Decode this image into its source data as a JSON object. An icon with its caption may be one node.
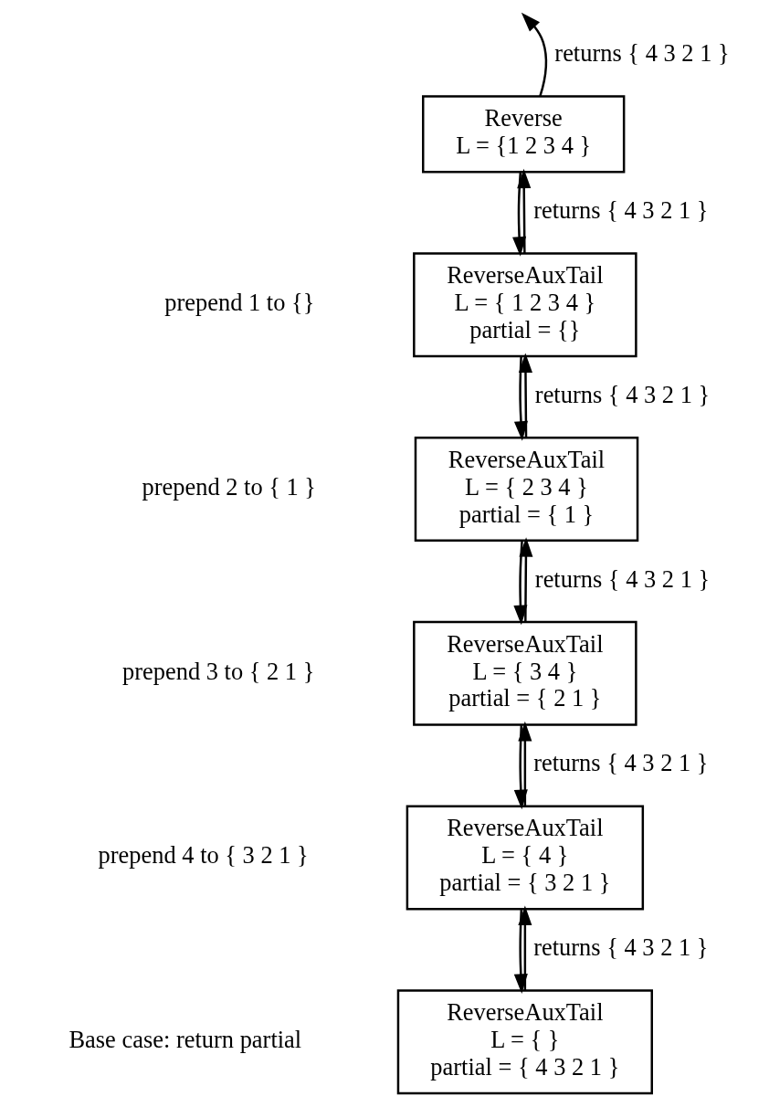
{
  "diagram": {
    "nodes": [
      {
        "text": [
          "Reverse",
          "L = {1 2 3 4 }"
        ]
      },
      {
        "text": [
          "ReverseAuxTail",
          "L = { 1 2 3 4 }",
          "partial = {}"
        ],
        "beside": [
          "prepend 1 to {}"
        ]
      },
      {
        "text": [
          "ReverseAuxTail",
          "L = { 2 3 4 }",
          "partial = { 1 }"
        ],
        "beside": [
          "prepend 2 to { 1 }"
        ]
      },
      {
        "text": [
          "ReverseAuxTail",
          "L = { 3 4 }",
          "partial = { 2 1 }"
        ],
        "beside": [
          "prepend 3 to { 2 1 }"
        ]
      },
      {
        "text": [
          "ReverseAuxTail",
          "L = { 4 }",
          "partial = { 3 2 1 }"
        ],
        "beside": [
          "prepend 4 to { 3 2 1 }"
        ]
      },
      {
        "text": [
          "ReverseAuxTail",
          "L = { }",
          "partial = { 4 3 2 1 }"
        ],
        "beside": [
          "Base case: return partial"
        ]
      }
    ],
    "edges": [
      {
        "from": 0,
        "to": null,
        "arrow": "to",
        "label": "returns { 4 3 2 1 }"
      },
      {
        "from": 0,
        "to": 1,
        "arrow": "to"
      },
      {
        "from": 1,
        "to": 0,
        "arrow": "to",
        "label": "returns { 4 3 2 1 }"
      },
      {
        "from": 1,
        "to": 2,
        "arrow": "to"
      },
      {
        "from": 2,
        "to": 1,
        "arrow": "to",
        "label": "returns { 4 3 2 1 }"
      },
      {
        "from": 2,
        "to": 3,
        "arrow": "to"
      },
      {
        "from": 3,
        "to": 2,
        "arrow": "to",
        "label": "returns { 4 3 2 1 }"
      },
      {
        "from": 3,
        "to": 4,
        "arrow": "to"
      },
      {
        "from": 4,
        "to": 3,
        "arrow": "to",
        "label": "returns { 4 3 2 1 }"
      },
      {
        "from": 4,
        "to": 5,
        "arrow": "to"
      },
      {
        "from": 5,
        "to": 4,
        "arrow": "to",
        "label": "returns { 4 3 2 1 }"
      }
    ]
  }
}
